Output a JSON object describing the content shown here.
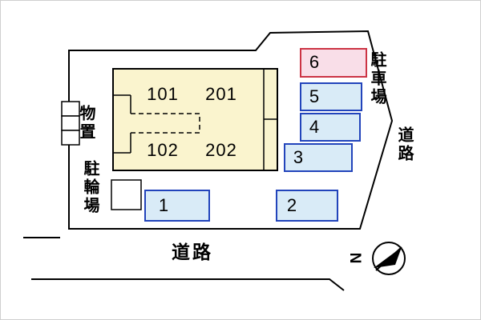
{
  "plan": {
    "building": {
      "rooms": [
        {
          "label": "101"
        },
        {
          "label": "201"
        },
        {
          "label": "102"
        },
        {
          "label": "202"
        }
      ]
    },
    "parking": {
      "area_label": "駐車場",
      "spots": [
        {
          "label": "1"
        },
        {
          "label": "2"
        },
        {
          "label": "3"
        },
        {
          "label": "4"
        },
        {
          "label": "5"
        },
        {
          "label": "6"
        }
      ]
    },
    "labels": {
      "storage": "物置",
      "bicycle_parking": "駐輪場",
      "road_right": "道路",
      "road_bottom": "道路",
      "compass_north": "N"
    },
    "colors": {
      "building_fill": "#FAF4CE",
      "parking_fill": "#D9EBF7",
      "parking_border": "#2244BB",
      "spot6_fill": "#F9DEE8",
      "spot6_border": "#CC3344",
      "outline": "#000000"
    }
  }
}
